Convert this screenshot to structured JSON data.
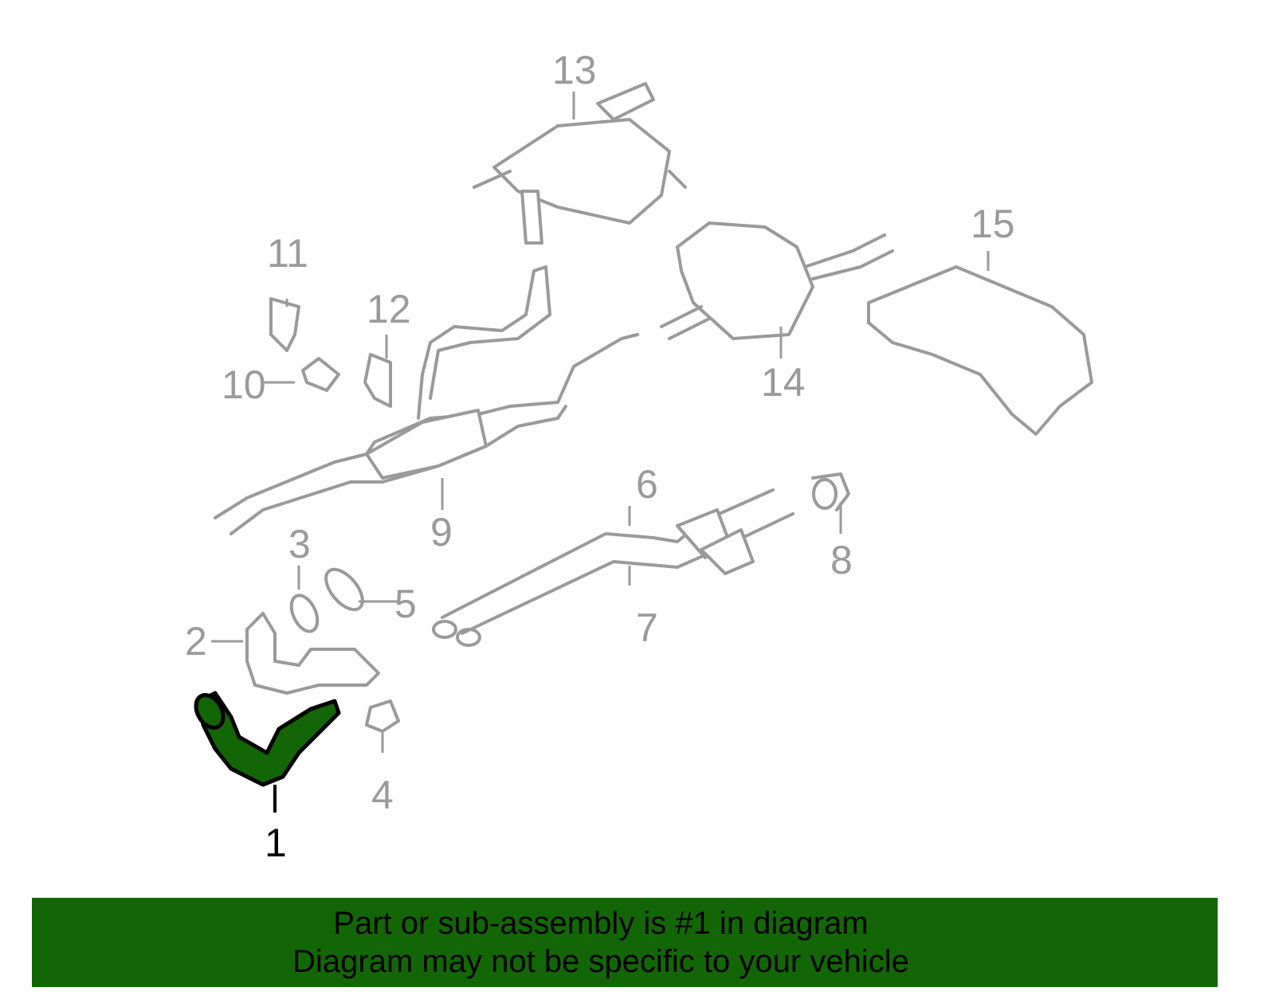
{
  "diagram": {
    "highlight_color": "#136605",
    "line_color": "#9a9a9a",
    "selected_part": "1",
    "labels": [
      "1",
      "2",
      "3",
      "4",
      "5",
      "6",
      "7",
      "8",
      "9",
      "10",
      "11",
      "12",
      "13",
      "14",
      "15"
    ]
  },
  "banner": {
    "line1": "Part or sub-assembly is #1 in diagram",
    "line2": "Diagram may not be specific to your vehicle",
    "background": "#136605"
  }
}
